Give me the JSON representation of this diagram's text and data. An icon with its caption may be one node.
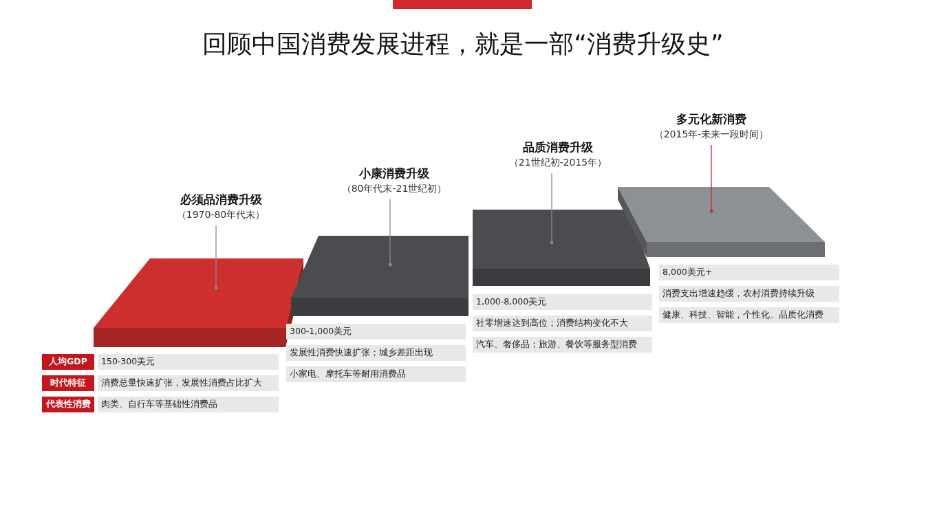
{
  "diagram": {
    "title": "回顾中国消费发展进程，就是一部“消费升级史”",
    "nodes": [
      {
        "text": [
          "必须品消费升级",
          "（1970-80年代末）"
        ]
      },
      {
        "text": [],
        "shape": "box"
      },
      {
        "text": [
          "小康消费升级",
          "（80年代末-21世纪初）"
        ]
      },
      {
        "text": [],
        "shape": "box"
      },
      {
        "text": [
          "品质消费升级",
          "（21世纪初-2015年）"
        ]
      },
      {
        "text": [],
        "shape": "box"
      },
      {
        "text": [
          "多元化新消费",
          "（2015年-未来一段时间）"
        ]
      },
      {
        "text": [],
        "shape": "box"
      },
      {
        "text": [
          "人均GDP"
        ]
      },
      {
        "text": [
          "时代特征"
        ]
      },
      {
        "text": [
          "代表性消费"
        ]
      },
      {
        "text": [
          "150-300美元"
        ]
      },
      {
        "text": [
          "消费总量快速扩张，发展性消费占比扩大"
        ]
      },
      {
        "text": [
          "肉类、自行车等基础性消费品"
        ]
      },
      {
        "text": [
          "300-1,000美元"
        ]
      },
      {
        "text": [
          "发展性消费快速扩张；城乡差距出现"
        ]
      },
      {
        "text": [
          "小家电、摩托车等耐用消费品"
        ]
      },
      {
        "text": [
          "1,000-8,000美元"
        ]
      },
      {
        "text": [
          "社零增速达到高位；消费结构变化不大"
        ]
      },
      {
        "text": [
          "汽车、奢侈品；旅游、餐饮等服务型消费"
        ]
      },
      {
        "text": [
          "8,000美元+"
        ]
      },
      {
        "text": [
          "消费支出增速趋缓，农村消费持续升级"
        ]
      },
      {
        "text": [
          "健康、科技、智能，个性化、品质化消费"
        ]
      }
    ],
    "edges": [
      {
        "from": 0,
        "to": 1,
        "arrow": "other"
      },
      {
        "from": 2,
        "to": 3,
        "arrow": "other"
      },
      {
        "from": 4,
        "to": 5,
        "arrow": "other"
      },
      {
        "from": 6,
        "to": 7,
        "arrow": "other",
        "color": "#c0282d"
      }
    ]
  }
}
